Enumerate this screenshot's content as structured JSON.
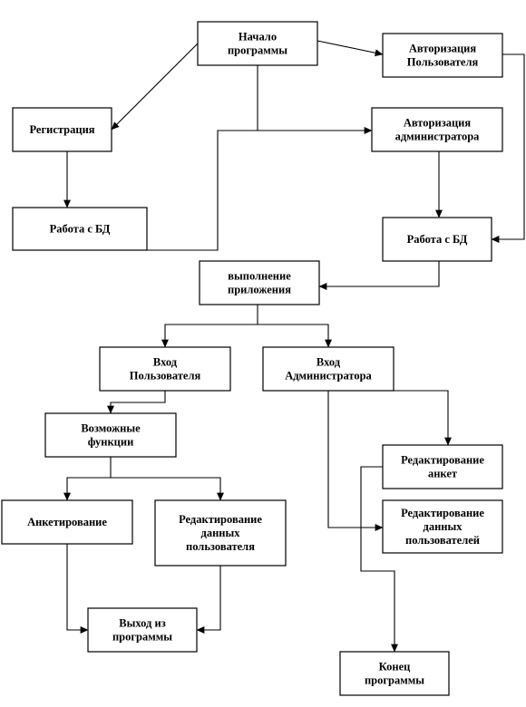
{
  "diagram": {
    "nodes": {
      "start": {
        "lines": [
          "Начало",
          "программы"
        ]
      },
      "auth_user": {
        "lines": [
          "Авторизация",
          "Пользователя"
        ]
      },
      "register": {
        "lines": [
          "Регистрация"
        ]
      },
      "auth_admin": {
        "lines": [
          "Авторизация",
          "администратора"
        ]
      },
      "db_left": {
        "lines": [
          "Работа с БД"
        ]
      },
      "db_right": {
        "lines": [
          "Работа с БД"
        ]
      },
      "run_app": {
        "lines": [
          "выполнение",
          "приложения"
        ]
      },
      "login_user": {
        "lines": [
          "Вход",
          "Пользователя"
        ]
      },
      "login_admin": {
        "lines": [
          "Вход",
          "Администратора"
        ]
      },
      "functions": {
        "lines": [
          "Возможные",
          "функции"
        ]
      },
      "survey": {
        "lines": [
          "Анкетирование"
        ]
      },
      "edit_user_data": {
        "lines": [
          "Редактирование",
          "данных",
          "пользователя"
        ]
      },
      "edit_forms": {
        "lines": [
          "Редактирование",
          "анкет"
        ]
      },
      "edit_users_data": {
        "lines": [
          "Редактирование",
          "данных",
          "пользователей"
        ]
      },
      "exit": {
        "lines": [
          "Выход  из",
          "программы"
        ]
      },
      "end": {
        "lines": [
          "Конец",
          "программы"
        ]
      }
    }
  }
}
